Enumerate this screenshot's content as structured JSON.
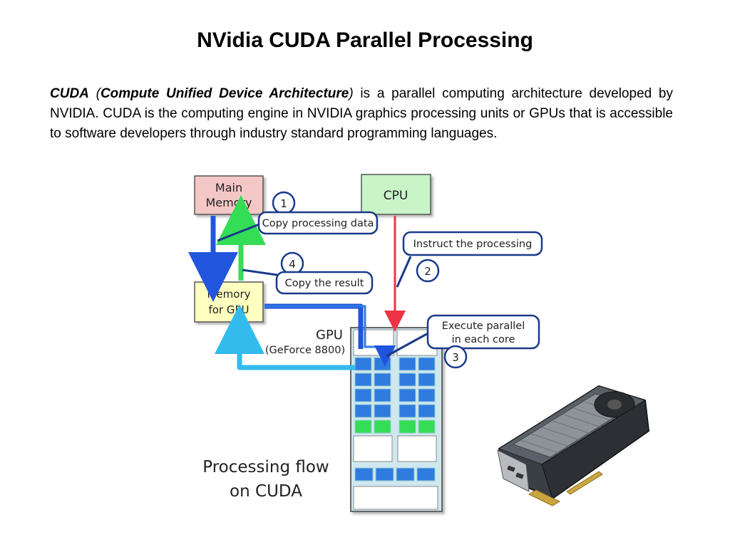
{
  "title": "NVidia CUDA Parallel Processing",
  "intro": {
    "term": "CUDA",
    "open_paren": " (",
    "expansion": "Compute Unified Device Architecture",
    "close_paren": ")",
    "body": " is a parallel computing architecture developed by NVIDIA. CUDA is the computing engine in NVIDIA graphics processing units or GPUs that is accessible to software developers through industry standard programming languages."
  },
  "diagram": {
    "main_memory": [
      "Main",
      "Memory"
    ],
    "cpu": "CPU",
    "gpu_memory": [
      "Memory",
      "for GPU"
    ],
    "gpu_label": "GPU",
    "gpu_model": "(GeForce 8800)",
    "steps": [
      {
        "number": "1",
        "text": "Copy processing data"
      },
      {
        "number": "2",
        "text": "Instruct the processing"
      },
      {
        "number": "3",
        "text": [
          "Execute parallel",
          "in each core"
        ]
      },
      {
        "number": "4",
        "text": "Copy the result"
      }
    ],
    "caption": [
      "Processing flow",
      "on CUDA"
    ]
  },
  "colors": {
    "main_memory_fill": "#f4c7c7",
    "cpu_fill": "#c8f4c8",
    "gpu_memory_fill": "#ffffc0",
    "core_blue": "#2f7be0",
    "core_green": "#33dd55",
    "arrow_blue": "#2255dd",
    "arrow_cyan": "#33bbee",
    "arrow_red": "#ee3344",
    "callout_border": "#1a3a8a"
  },
  "graphics_card_image": "nvidia-geforce-graphics-card"
}
